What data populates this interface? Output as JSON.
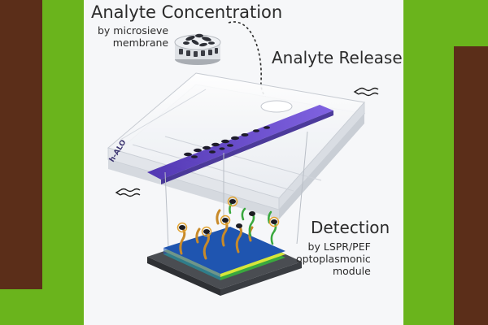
{
  "colors": {
    "background_green": "#6ab41c",
    "background_brown": "#5b2e19",
    "panel": "#f6f7f9",
    "channel": "#5a3fc0",
    "sensor_blue": "#1f55b0",
    "sensor_yellow": "#d6e63a",
    "sensor_green": "#3aa83e"
  },
  "labels": {
    "analyte_concentration": "Analyte Concentration",
    "concentration_sub_line1": "by microsieve",
    "concentration_sub_line2": "membrane",
    "analyte_release": "Analyte Release",
    "detection": "Detection",
    "detection_sub_line1": "by LSPR/PEF",
    "detection_sub_line2": "optoplasmonic",
    "detection_sub_line3": "module",
    "chip_brand": "h-ALO"
  }
}
